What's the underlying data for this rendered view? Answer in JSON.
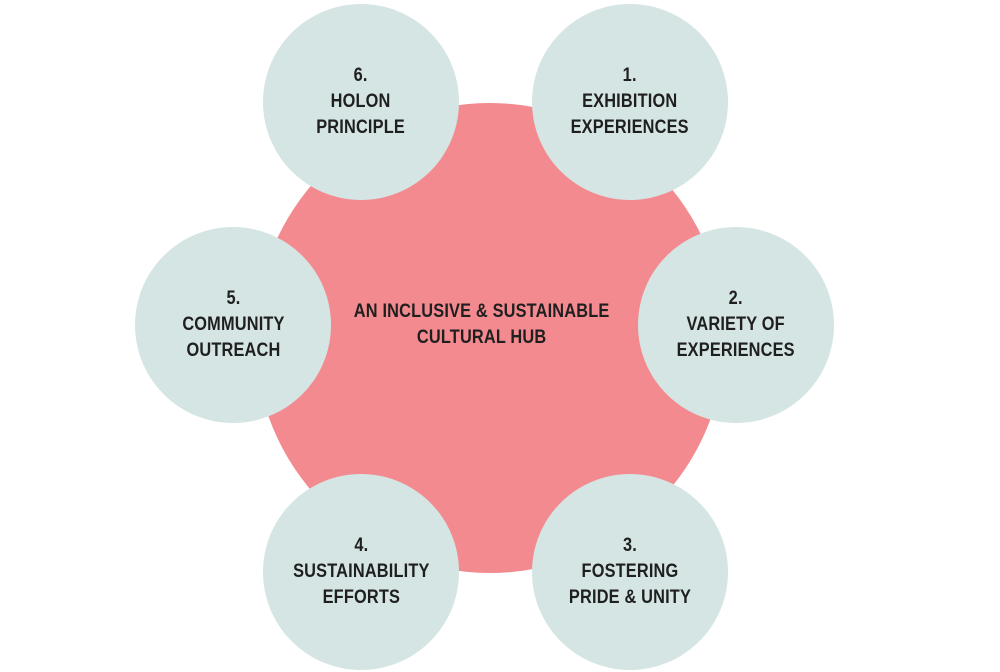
{
  "diagram": {
    "center": {
      "line1": "AN INCLUSIVE & SUSTAINABLE",
      "line2": "CULTURAL HUB"
    },
    "nodes": [
      {
        "number": "1.",
        "line1": "EXHIBITION",
        "line2": "EXPERIENCES"
      },
      {
        "number": "2.",
        "line1": "VARIETY OF",
        "line2": "EXPERIENCES"
      },
      {
        "number": "3.",
        "line1": "FOSTERING",
        "line2": "PRIDE & UNITY"
      },
      {
        "number": "4.",
        "line1": "SUSTAINABILITY",
        "line2": "EFFORTS"
      },
      {
        "number": "5.",
        "line1": "COMMUNITY",
        "line2": "OUTREACH"
      },
      {
        "number": "6.",
        "line1": "HOLON",
        "line2": "PRINCIPLE"
      }
    ],
    "colors": {
      "center_fill": "#f38a8f",
      "node_fill": "#d4e5e3",
      "text": "#1f1f1f"
    }
  }
}
